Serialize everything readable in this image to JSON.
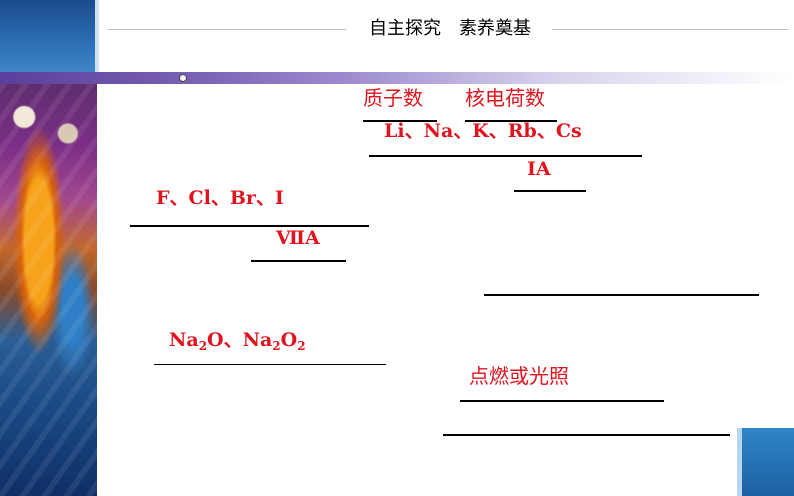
{
  "header": {
    "title": "自主探究　素养奠基"
  },
  "answers": {
    "a1": "质子数",
    "a2": "核电荷数",
    "a3": "Li、Na、K、Rb、Cs",
    "a4": "ⅠA",
    "a5": "F、Cl、Br、I",
    "a6": "ⅦA",
    "a7_na": "Na",
    "a7_sub1": "2",
    "a7_mid": "O、Na",
    "a7_sub2": "2",
    "a7_o": "O",
    "a7_sub3": "2",
    "a8": "点燃或光照"
  },
  "colors": {
    "answer_text": "#e0141e",
    "blank_line": "#000000",
    "header_blue": "#2c6fb5",
    "band_purple": "#5a3f9c"
  }
}
